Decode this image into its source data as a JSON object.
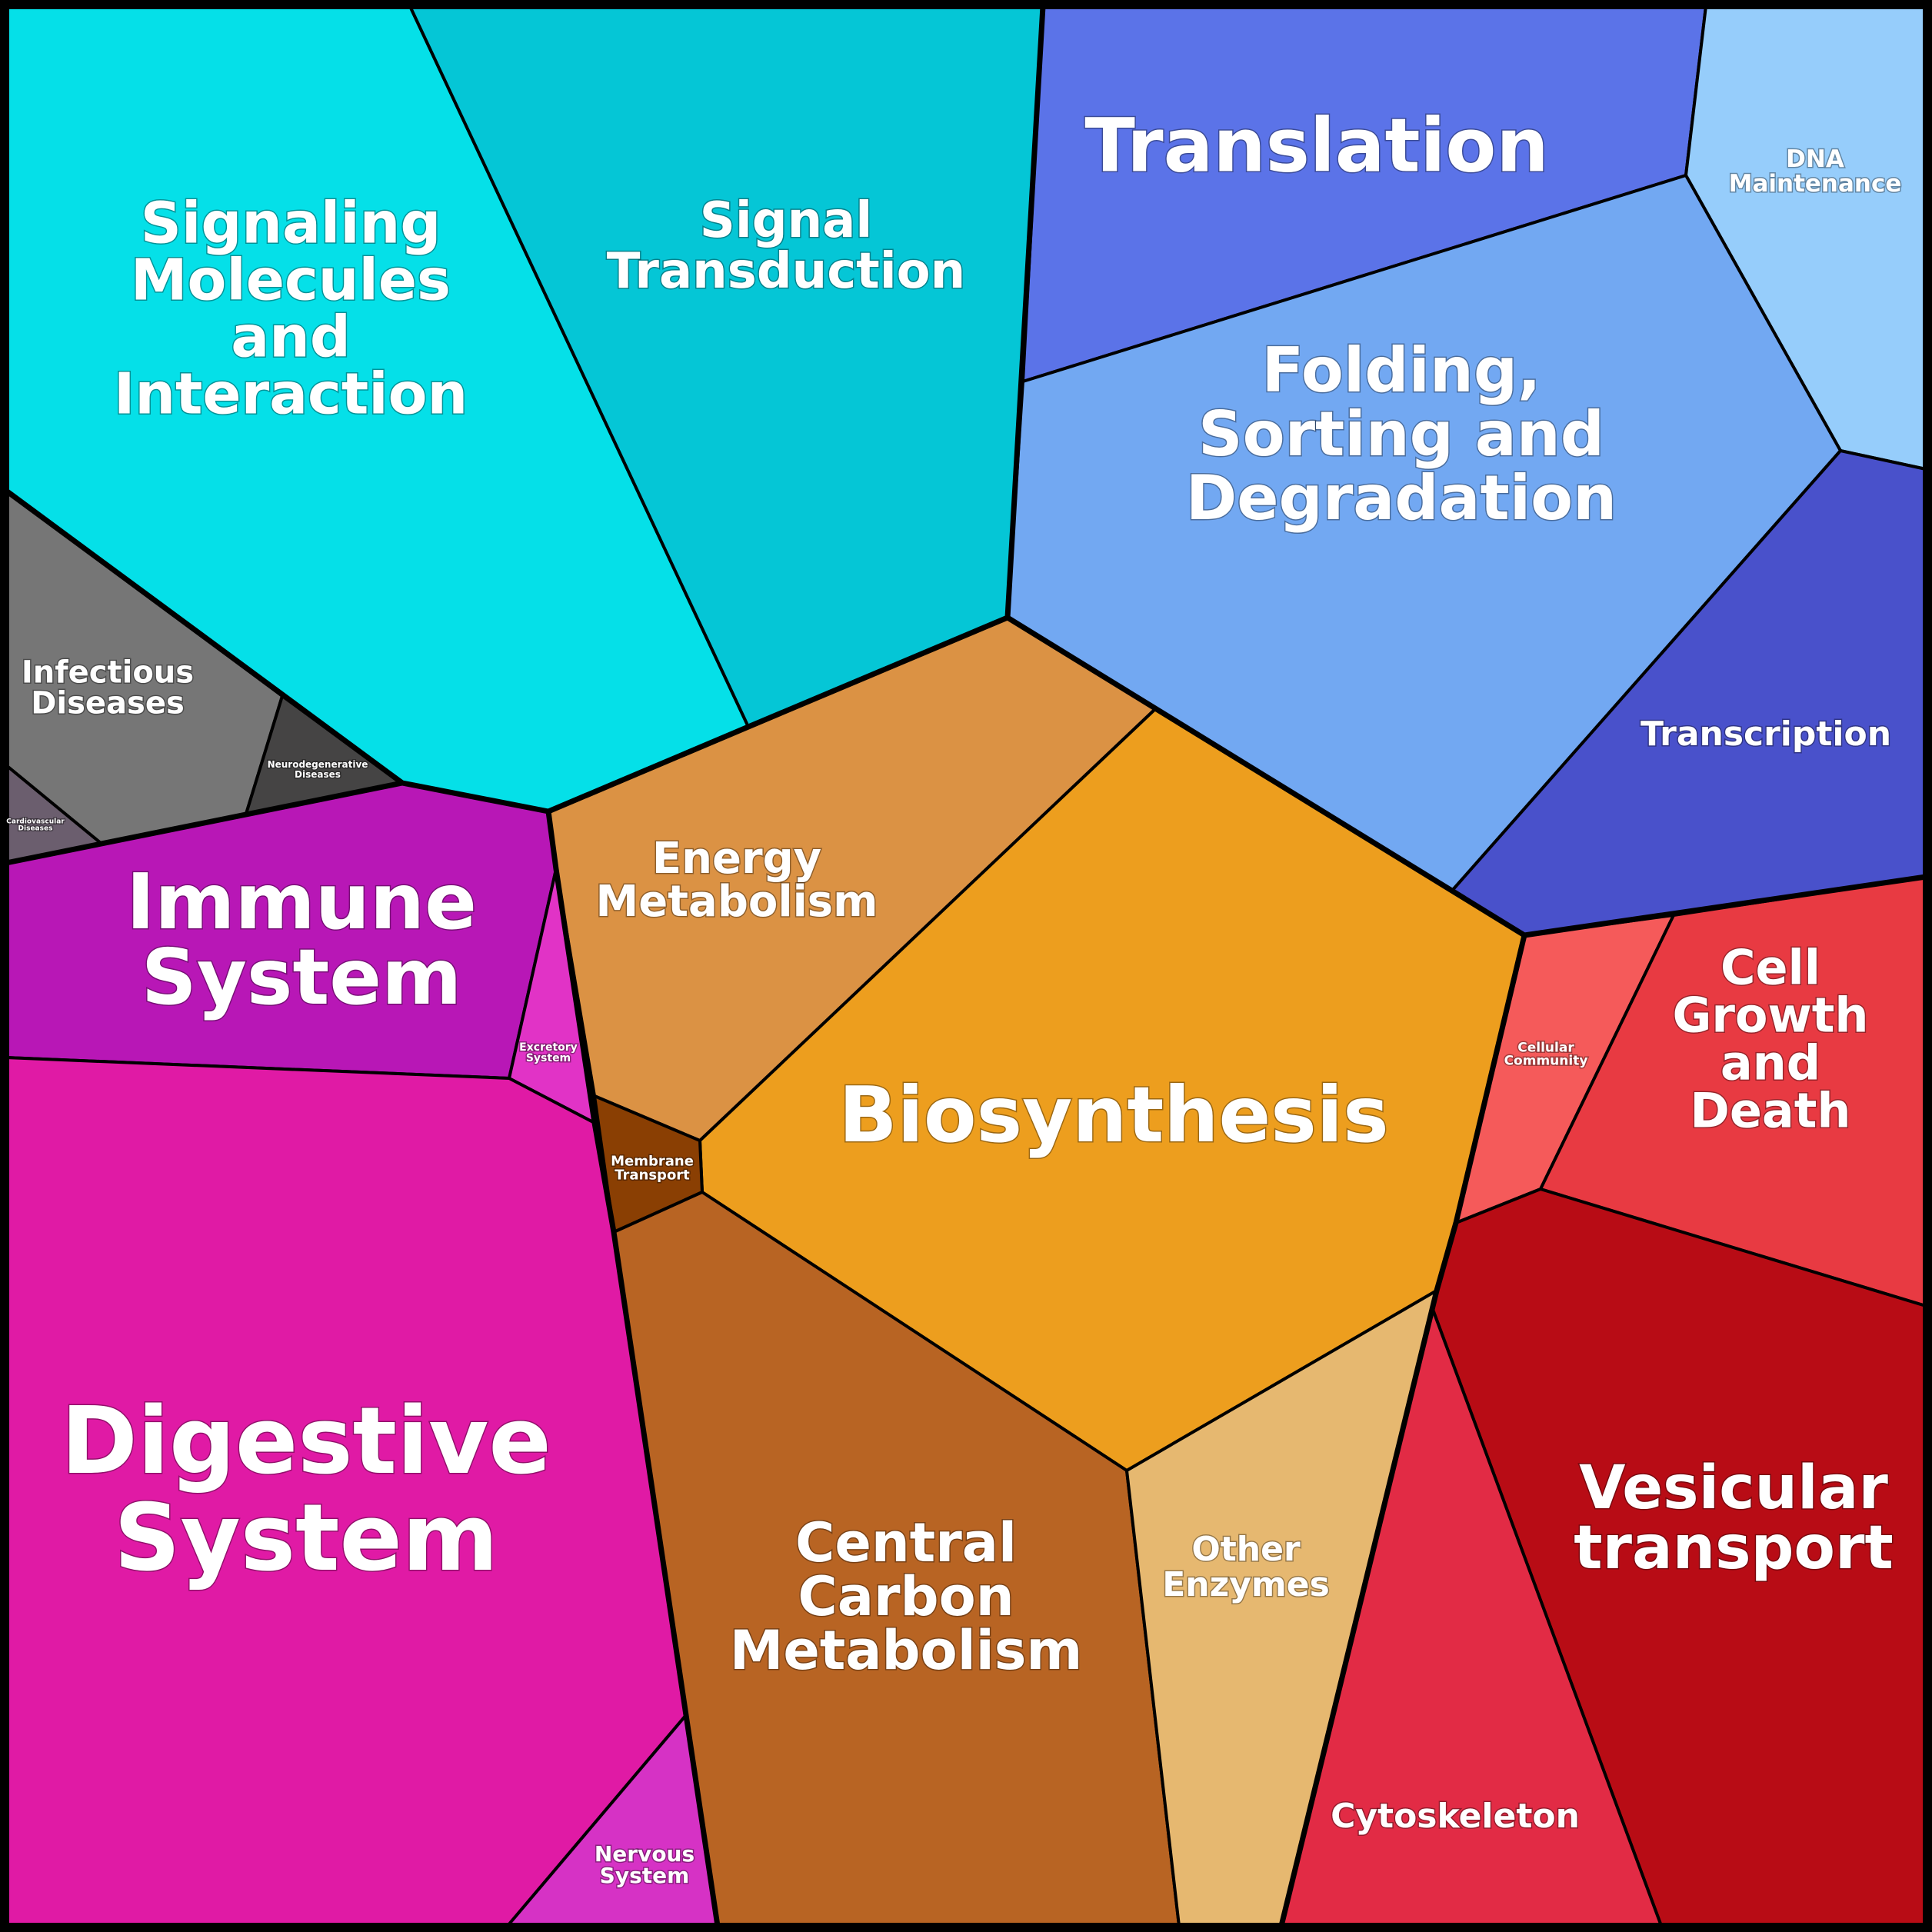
{
  "cells": [
    {
      "id": "signaling-molecules",
      "label": "Signaling Molecules and Interaction",
      "color": "#05E0E8"
    },
    {
      "id": "signal-transduction",
      "label": "Signal Transduction",
      "color": "#05C6D6"
    },
    {
      "id": "translation",
      "label": "Translation",
      "color": "#5B73E8"
    },
    {
      "id": "dna-maintenance",
      "label": "DNA Maintenance",
      "color": "#96CDFB"
    },
    {
      "id": "folding-sorting",
      "label": "Folding, Sorting and Degradation",
      "color": "#72A8F2"
    },
    {
      "id": "transcription",
      "label": "Transcription",
      "color": "#4951CB"
    },
    {
      "id": "infectious-diseases",
      "label": "Infectious Diseases",
      "color": "#767676"
    },
    {
      "id": "neurodegenerative-diseases",
      "label": "Neurodegenerative Diseases",
      "color": "#454444"
    },
    {
      "id": "cardiovascular-diseases",
      "label": "Cardiovascular Diseases",
      "color": "#6B5E6E"
    },
    {
      "id": "immune-system",
      "label": "Immune System",
      "color": "#B817B6"
    },
    {
      "id": "excretory-system",
      "label": "Excretory System",
      "color": "#E133C6"
    },
    {
      "id": "digestive-system",
      "label": "Digestive System",
      "color": "#E01AA5"
    },
    {
      "id": "nervous-system",
      "label": "Nervous System",
      "color": "#D632C5"
    },
    {
      "id": "energy-metabolism",
      "label": "Energy Metabolism",
      "color": "#DB9244"
    },
    {
      "id": "biosynthesis",
      "label": "Biosynthesis",
      "color": "#ED9E1E"
    },
    {
      "id": "membrane-transport",
      "label": "Membrane Transport",
      "color": "#8A3F03"
    },
    {
      "id": "central-carbon-metabolism",
      "label": "Central Carbon Metabolism",
      "color": "#B86423"
    },
    {
      "id": "other-enzymes",
      "label": "Other Enzymes",
      "color": "#E6B870"
    },
    {
      "id": "cellular-community",
      "label": "Cellular Community",
      "color": "#F55A5A"
    },
    {
      "id": "cell-growth-death",
      "label": "Cell Growth and Death",
      "color": "#E83A42"
    },
    {
      "id": "vesicular-transport",
      "label": "Vesicular transport",
      "color": "#B80C15"
    },
    {
      "id": "cytoskeleton",
      "label": "Cytoskeleton",
      "color": "#E22B45"
    }
  ]
}
